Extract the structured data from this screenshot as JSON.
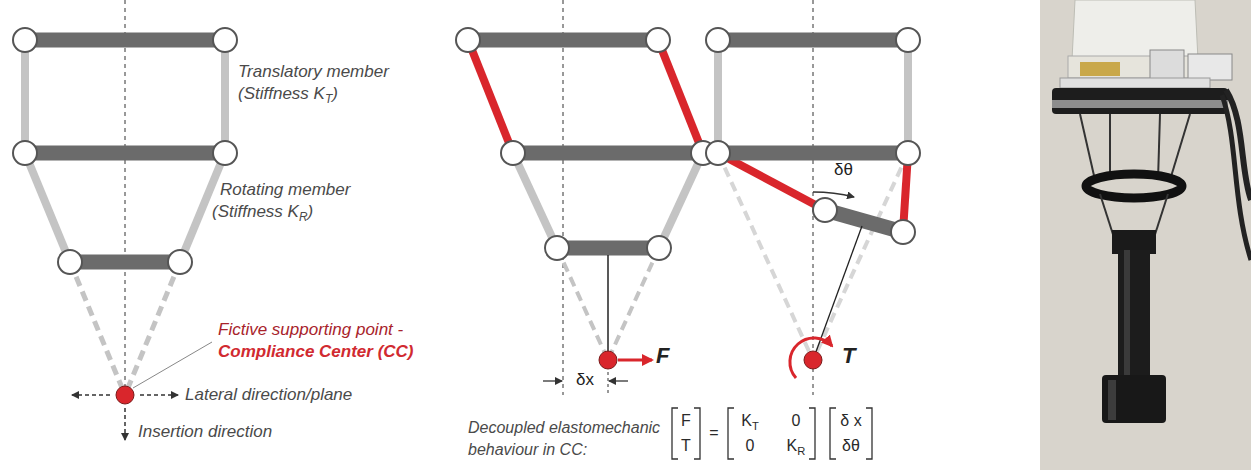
{
  "diagram": {
    "labels": [
      "Translatory member",
      "(Stiffness KT)",
      "Rotating member",
      "(Stiffness KR)",
      "Fictive supporting point -",
      "Compliance Center (CC)",
      "Lateral direction/plane",
      "Insertion direction",
      "δx",
      "F",
      "δθ",
      "T",
      "Decoupled elastomechanic",
      "behaviour in CC:",
      "F",
      "T",
      "=",
      "KT",
      "0",
      "0",
      "KR",
      "δ x",
      "δθ"
    ]
  }
}
